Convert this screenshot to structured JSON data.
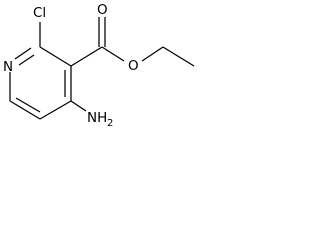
{
  "atoms": {
    "ring_nitrogen": "N",
    "chlorine": "Cl",
    "carbonyl_oxygen": "O",
    "ester_oxygen": "O",
    "amino_n": "NH",
    "amino_h_count": "2"
  }
}
